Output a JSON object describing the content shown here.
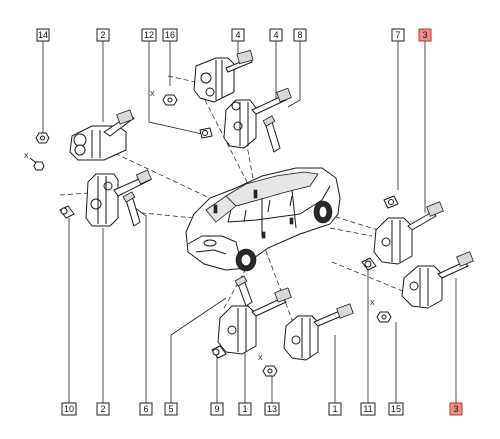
{
  "diagram": {
    "callouts_top": [
      "14",
      "2",
      "12",
      "16",
      "4",
      "4",
      "8",
      "7",
      "3"
    ],
    "callouts_bottom": [
      "10",
      "2",
      "6",
      "5",
      "9",
      "1",
      "13",
      "1",
      "11",
      "15",
      "3"
    ],
    "highlight_color": "#f08c8c",
    "x_marks": [
      "X",
      "X",
      "X",
      "X"
    ]
  }
}
